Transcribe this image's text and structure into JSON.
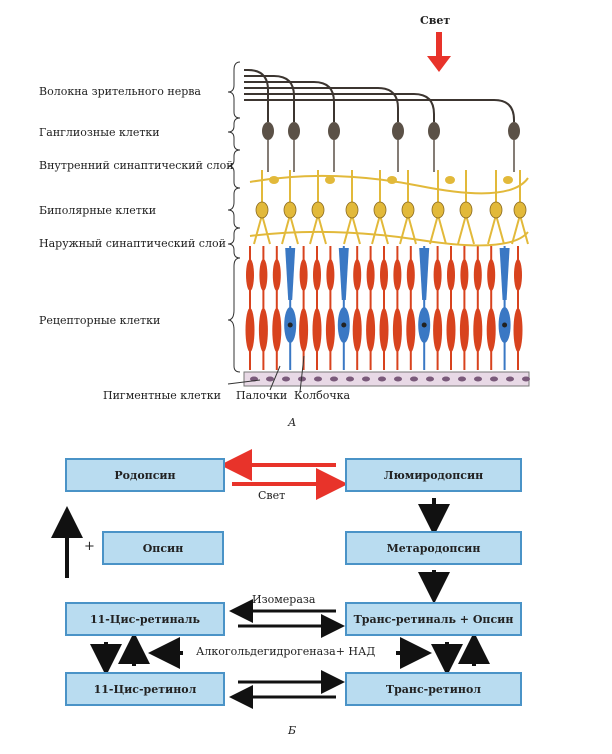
{
  "panel_a": {
    "light_label": "Свет",
    "layers": [
      "Волокна зрительного нерва",
      "Ганглиозные клетки",
      "Внутренний синаптический слой",
      "Биполярные клетки",
      "Наружный синаптический слой",
      "Рецепторные клетки"
    ],
    "bottom_labels": {
      "pigment": "Пигментные клетки",
      "rods": "Палочки",
      "cone": "Колбочка"
    },
    "caption": "А",
    "colors": {
      "rod": "#d8431e",
      "cone": "#3a78c4",
      "neuron": "#e2b93a",
      "ganglion": "#5b5147",
      "fiber": "#3c3530",
      "light_arrow": "#e8332a"
    }
  },
  "panel_b": {
    "boxes": {
      "rhodopsin": "Родопсин",
      "lumirhodopsin": "Люмиродопсин",
      "opsin": "Опсин",
      "metarhodopsin": "Метародопсин",
      "cis_retinal": "11-Цис-ретиналь",
      "trans_retinal_opsin": "Транс-ретиналь + Опсин",
      "cis_retinol": "11-Цис-ретинол",
      "trans_retinol": "Транс-ретинол"
    },
    "plus": "+",
    "light": "Свет",
    "isomerase": "Изомераза",
    "enzyme": "Алкогольдегидрогеназа+ НАД",
    "caption": "Б",
    "colors": {
      "box_fill": "#b9dcf0",
      "box_border": "#4a93c7",
      "light_arrow": "#e8332a",
      "arrow": "#111111"
    }
  }
}
